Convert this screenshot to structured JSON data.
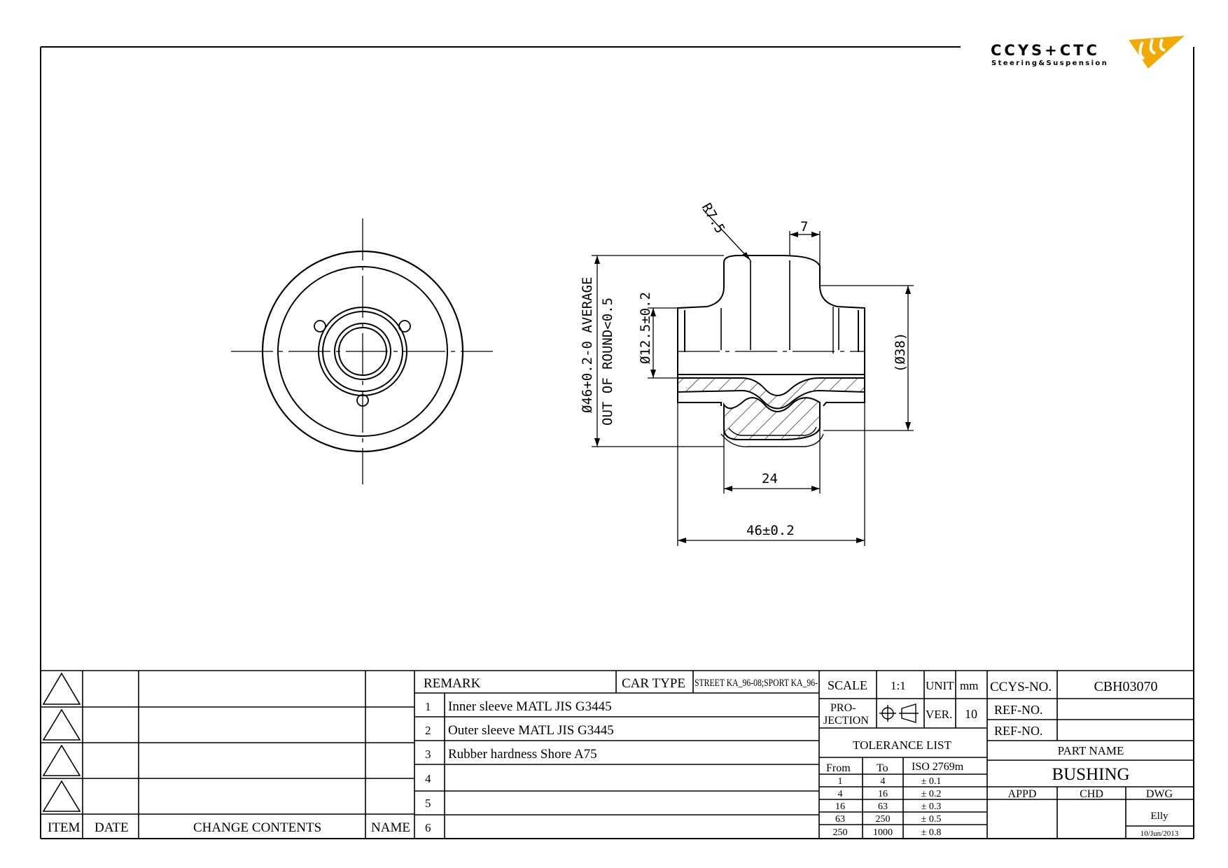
{
  "logo": {
    "brand": "CCYS+CTC",
    "tagline": "Steering&Suspension"
  },
  "dimensions": {
    "radius": "R7.5",
    "width_7": "7",
    "outer_dia_line1": "Ø46+0.2-0 AVERAGE",
    "outer_dia_line2": "OUT OF ROUND<0.5",
    "inner_dia": "Ø12.5±0.2",
    "ref_dia": "(Ø38)",
    "width_24": "24",
    "length": "46±0.2"
  },
  "revision_table": {
    "headers": [
      "ITEM",
      "DATE",
      "CHANGE CONTENTS",
      "NAME"
    ]
  },
  "remarks": {
    "header": "REMARK",
    "car_type_label": "CAR TYPE",
    "car_type_value": "STREET KA_96-08;SPORT KA_96-",
    "items": [
      {
        "no": "1",
        "text": "Inner sleeve MATL JIS G3445"
      },
      {
        "no": "2",
        "text": "Outer sleeve MATL JIS G3445"
      },
      {
        "no": "3",
        "text": "Rubber hardness Shore A75"
      },
      {
        "no": "4",
        "text": ""
      },
      {
        "no": "5",
        "text": ""
      },
      {
        "no": "6",
        "text": ""
      }
    ]
  },
  "title_block": {
    "scale_label": "SCALE",
    "scale_value": "1:1",
    "unit_label": "UNIT",
    "unit_value": "mm",
    "projection_label_1": "PRO-",
    "projection_label_2": "JECTION",
    "ver_label": "VER.",
    "ver_value": "10",
    "ccys_no_label": "CCYS-NO.",
    "ccys_no_value": "CBH03070",
    "ref_no_label_1": "REF-NO.",
    "ref_no_label_2": "REF-NO.",
    "part_name_label": "PART NAME",
    "part_name_value": "BUSHING",
    "appd_label": "APPD",
    "chd_label": "CHD",
    "dwg_label": "DWG",
    "dwg_name": "Elly",
    "dwg_date": "10/Jun/2013"
  },
  "tolerance": {
    "title": "TOLERANCE LIST",
    "headers": [
      "From",
      "To",
      "ISO 2769m"
    ],
    "rows": [
      [
        "1",
        "4",
        "± 0.1"
      ],
      [
        "4",
        "16",
        "± 0.2"
      ],
      [
        "16",
        "63",
        "± 0.3"
      ],
      [
        "63",
        "250",
        "± 0.5"
      ],
      [
        "250",
        "1000",
        "± 0.8"
      ]
    ]
  }
}
